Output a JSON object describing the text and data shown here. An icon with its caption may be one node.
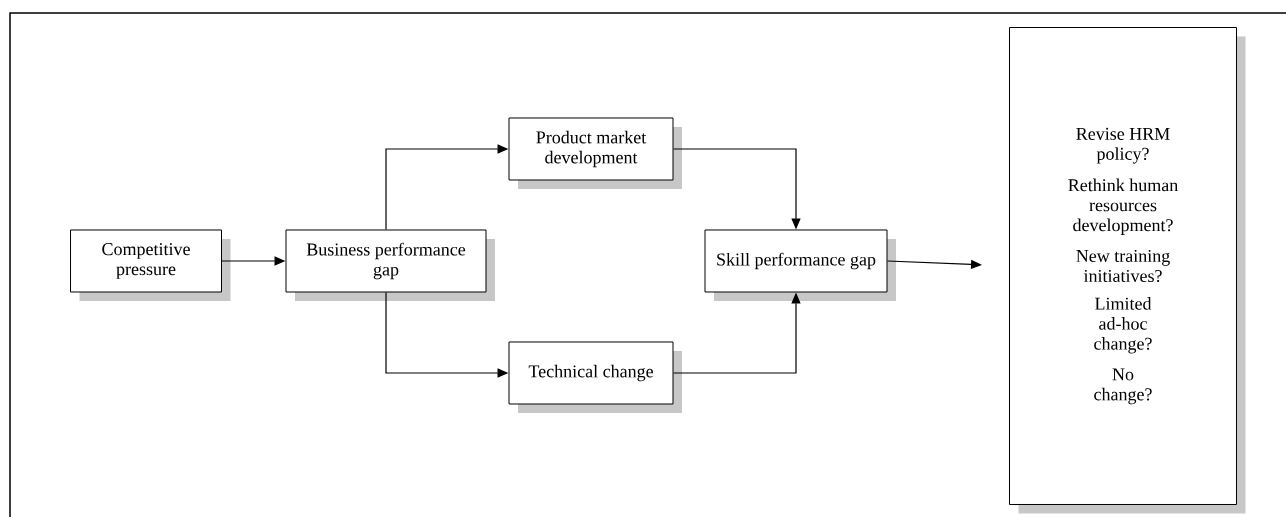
{
  "diagram": {
    "nodes": [
      {
        "text": [
          "Competitive pressure"
        ]
      },
      {
        "text": [
          "Business performance gap"
        ]
      },
      {
        "text": [
          "Product market development"
        ]
      },
      {
        "text": [
          "Technical change"
        ]
      },
      {
        "text": [
          "Skill performance gap"
        ]
      },
      {
        "text": [
          "Revise HRM policy?",
          "Rethink human resources development?",
          "New training initiatives?",
          "Limited ad-hoc change?",
          "No change?"
        ]
      }
    ],
    "edges": [
      {
        "from": 0,
        "to": 1,
        "arrow": "to"
      },
      {
        "from": 1,
        "to": 2,
        "arrow": "to"
      },
      {
        "from": 1,
        "to": 3,
        "arrow": "to"
      },
      {
        "from": 2,
        "to": 4,
        "arrow": "to"
      },
      {
        "from": 3,
        "to": 4,
        "arrow": "to"
      },
      {
        "from": 4,
        "to": 5,
        "arrow": "to"
      }
    ]
  }
}
